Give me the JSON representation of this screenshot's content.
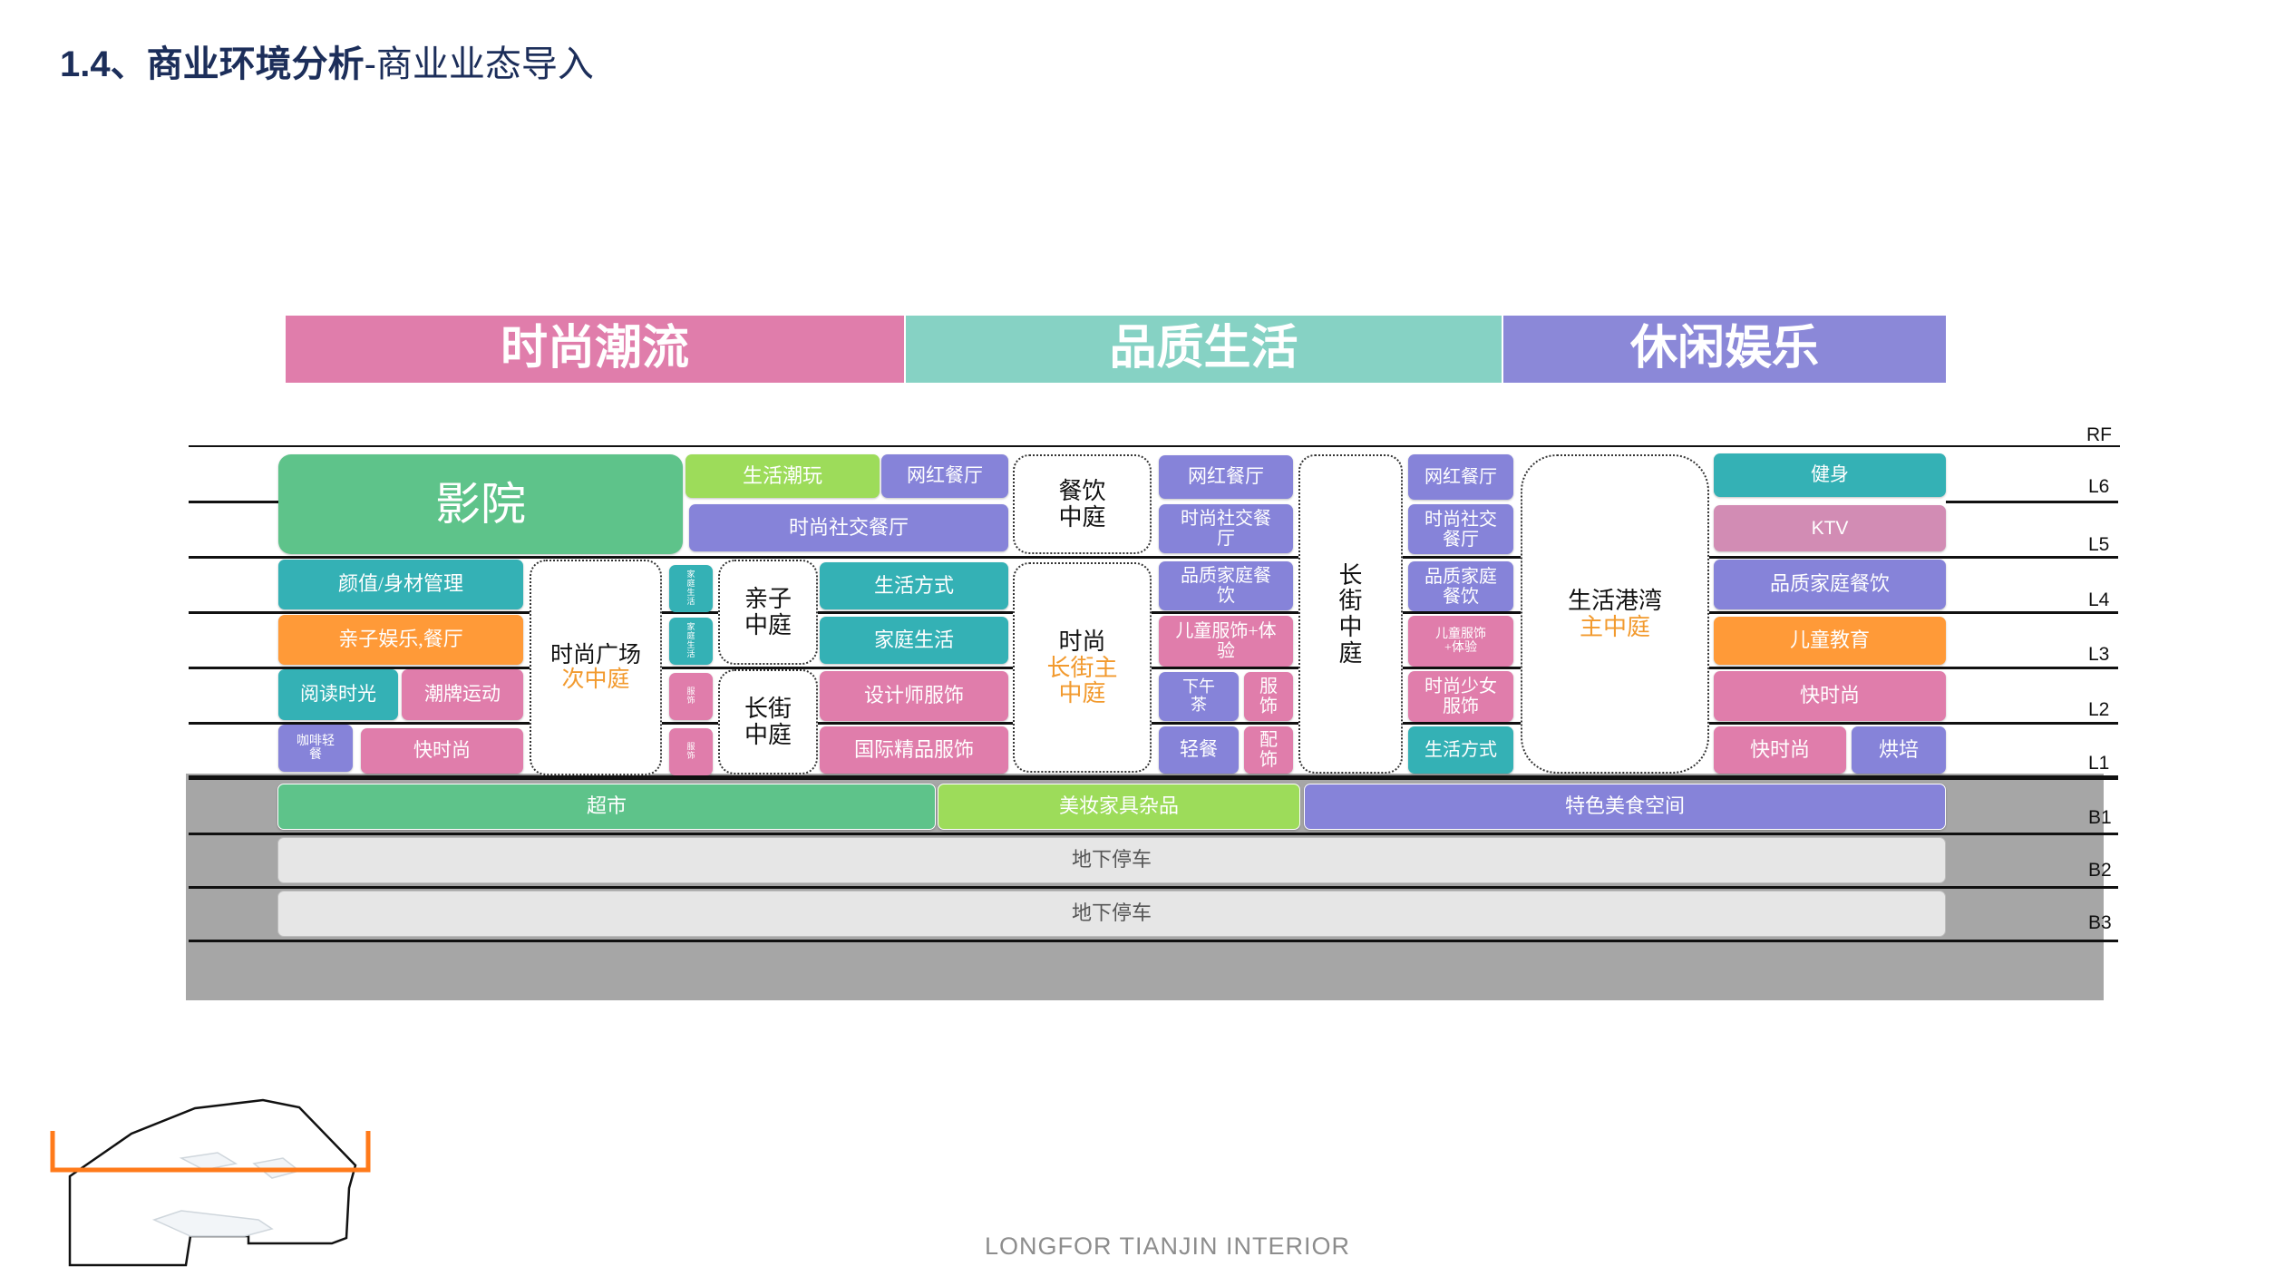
{
  "title": {
    "main": "1.4、商业环境分析",
    "sub": "-商业业态导入"
  },
  "zones": [
    {
      "label": "时尚潮流",
      "color": "#e07dab"
    },
    {
      "label": "品质生活",
      "color": "#86d2c4"
    },
    {
      "label": "休闲娱乐",
      "color": "#8b88d8"
    }
  ],
  "floors": [
    "RF",
    "L6",
    "L5",
    "L4",
    "L3",
    "L2",
    "L1",
    "B1",
    "B2",
    "B3"
  ],
  "blocks": {
    "yingyuan": "影院",
    "shenghuo_chaowan": "生活潮玩",
    "wanghong_a": "网红餐厅",
    "shishang_shejiao_a": "时尚社交餐厅",
    "yanzhi": "颜值/身材管理",
    "qinzi_yule": "亲子娱乐,餐厅",
    "yuedu": "阅读时光",
    "chaopai": "潮牌运动",
    "kafei": "咖啡轻餐",
    "kuaishishang_a": "快时尚",
    "jiating_a": "家庭生活",
    "jiating_b": "家庭生活",
    "fushi_a": "服饰",
    "fushi_b": "服饰",
    "shenghuo_fangshi": "生活方式",
    "jiating_shenghuo": "家庭生活",
    "shejishi": "设计师服饰",
    "guoji": "国际精品服饰",
    "wanghong_b": "网红餐厅",
    "shishang_shejiao_b": "时尚社交餐厅",
    "pinzhi_jiating_a": "品质家庭餐饮",
    "ertong_fushi_a": "儿童服饰+体验",
    "xiawucha": "下午茶",
    "fushi_c": "服饰",
    "qingcan": "轻餐",
    "peishi": "配饰",
    "wanghong_c": "网红餐厅",
    "shishang_shejiao_c": "时尚社交餐厅",
    "pinzhi_jiating_b": "品质家庭餐饮",
    "ertong_fushi_b": "儿童服饰+体验",
    "shishang_shaonv": "时尚少女服饰",
    "shenghuo_fangshi_b": "生活方式",
    "jianshen": "健身",
    "ktv": "KTV",
    "pinzhi_jiating_c": "品质家庭餐饮",
    "ertong_jiaoyu": "儿童教育",
    "kuaishishang_b": "快时尚",
    "kuaishishang_c": "快时尚",
    "hongbei": "烘培",
    "chaoshi": "超市",
    "meizhuang": "美妆家具杂品",
    "tese_meishi": "特色美食空间",
    "tingche_b2": "地下停车",
    "tingche_b3": "地下停车"
  },
  "atriums": {
    "canyin": [
      "餐饮",
      "中庭"
    ],
    "shishang_guangchang": [
      "时尚广场",
      "次中庭"
    ],
    "qinzi": [
      "亲子",
      "中庭"
    ],
    "changjie_small": [
      "长街",
      "中庭"
    ],
    "shishang_main": [
      "时尚",
      "长街主",
      "中庭"
    ],
    "changjie_vertical": [
      "长",
      "街",
      "中",
      "庭"
    ],
    "shenghuo_gangwan": [
      "生活港湾",
      "主中庭"
    ]
  },
  "footer": "LONGFOR TIANJIN INTERIOR",
  "colors": {
    "pink": "#e07dab",
    "teal": "#34b1b5",
    "green": "#5ec38a",
    "lime": "#9ddc5a",
    "purple": "#8683d9",
    "orange": "#ff9a38",
    "mauve": "#d28cb4",
    "accent_orange": "#f29a2e",
    "title_navy": "#1c2e5a"
  }
}
